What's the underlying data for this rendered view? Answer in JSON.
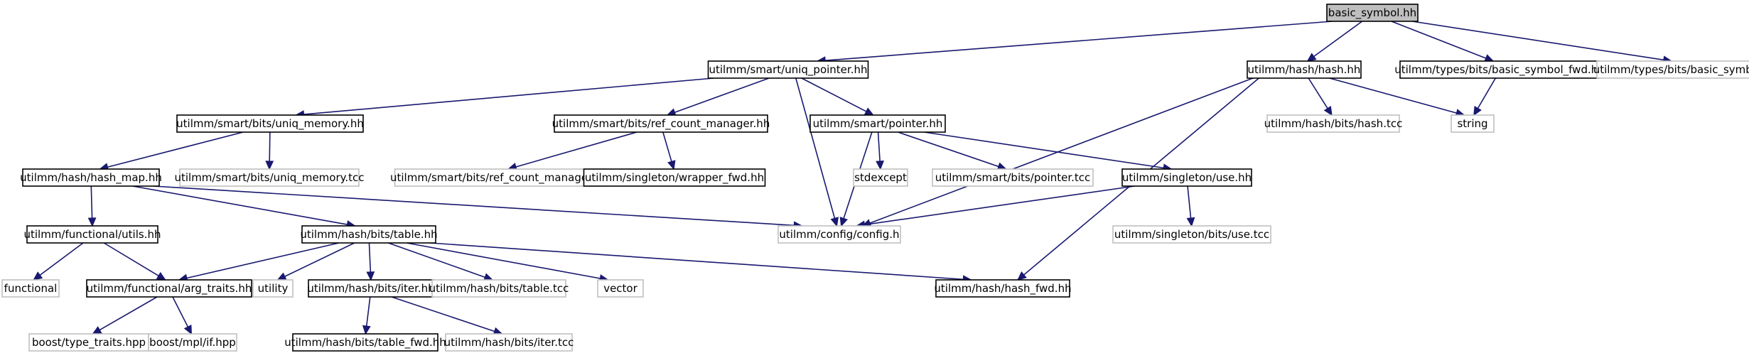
{
  "graph": {
    "type": "include-dependency-graph",
    "colors": {
      "edge": "#191970",
      "border_normal": "#000000",
      "border_external": "#bfbfbf",
      "root_fill": "#bfbfbf",
      "node_fill": "#ffffff"
    },
    "nodes": [
      {
        "id": "basic_symbol",
        "label": "basic_symbol.hh",
        "style": "root"
      },
      {
        "id": "uniq_pointer",
        "label": "utilmm/smart/uniq_pointer.hh",
        "style": "normal"
      },
      {
        "id": "hash_hh",
        "label": "utilmm/hash/hash.hh",
        "style": "normal"
      },
      {
        "id": "basic_symbol_fwd",
        "label": "utilmm/types/bits/basic_symbol_fwd.hh",
        "style": "normal"
      },
      {
        "id": "basic_symbol_tcc",
        "label": "utilmm/types/bits/basic_symbol.tcc",
        "style": "external"
      },
      {
        "id": "uniq_memory",
        "label": "utilmm/smart/bits/uniq_memory.hh",
        "style": "normal"
      },
      {
        "id": "ref_count_manager",
        "label": "utilmm/smart/bits/ref_count_manager.hh",
        "style": "normal"
      },
      {
        "id": "pointer_hh",
        "label": "utilmm/smart/pointer.hh",
        "style": "normal"
      },
      {
        "id": "hash_tcc",
        "label": "utilmm/hash/bits/hash.tcc",
        "style": "external"
      },
      {
        "id": "string",
        "label": "string",
        "style": "external"
      },
      {
        "id": "hash_map",
        "label": "utilmm/hash/hash_map.hh",
        "style": "normal"
      },
      {
        "id": "uniq_memory_tcc",
        "label": "utilmm/smart/bits/uniq_memory.tcc",
        "style": "external"
      },
      {
        "id": "ref_count_manager_tcc",
        "label": "utilmm/smart/bits/ref_count_manager.tcc",
        "style": "external"
      },
      {
        "id": "wrapper_fwd",
        "label": "utilmm/singleton/wrapper_fwd.hh",
        "style": "normal"
      },
      {
        "id": "stdexcept",
        "label": "stdexcept",
        "style": "external"
      },
      {
        "id": "pointer_tcc",
        "label": "utilmm/smart/bits/pointer.tcc",
        "style": "external"
      },
      {
        "id": "use_hh",
        "label": "utilmm/singleton/use.hh",
        "style": "normal"
      },
      {
        "id": "config",
        "label": "utilmm/config/config.h",
        "style": "external"
      },
      {
        "id": "use_tcc",
        "label": "utilmm/singleton/bits/use.tcc",
        "style": "external"
      },
      {
        "id": "utils",
        "label": "utilmm/functional/utils.hh",
        "style": "normal"
      },
      {
        "id": "table_hh",
        "label": "utilmm/hash/bits/table.hh",
        "style": "normal"
      },
      {
        "id": "functional",
        "label": "functional",
        "style": "external"
      },
      {
        "id": "arg_traits",
        "label": "utilmm/functional/arg_traits.hh",
        "style": "normal"
      },
      {
        "id": "utility",
        "label": "utility",
        "style": "external"
      },
      {
        "id": "iter_hh",
        "label": "utilmm/hash/bits/iter.hh",
        "style": "normal"
      },
      {
        "id": "table_tcc",
        "label": "utilmm/hash/bits/table.tcc",
        "style": "external"
      },
      {
        "id": "vector",
        "label": "vector",
        "style": "external"
      },
      {
        "id": "hash_fwd",
        "label": "utilmm/hash/hash_fwd.hh",
        "style": "normal"
      },
      {
        "id": "type_traits",
        "label": "boost/type_traits.hpp",
        "style": "external"
      },
      {
        "id": "mpl_if",
        "label": "boost/mpl/if.hpp",
        "style": "external"
      },
      {
        "id": "table_fwd",
        "label": "utilmm/hash/bits/table_fwd.hh",
        "style": "normal"
      },
      {
        "id": "iter_tcc",
        "label": "utilmm/hash/bits/iter.tcc",
        "style": "external"
      }
    ],
    "edges": [
      {
        "from": "basic_symbol",
        "to": "uniq_pointer"
      },
      {
        "from": "basic_symbol",
        "to": "hash_hh"
      },
      {
        "from": "basic_symbol",
        "to": "basic_symbol_fwd"
      },
      {
        "from": "basic_symbol",
        "to": "basic_symbol_tcc"
      },
      {
        "from": "uniq_pointer",
        "to": "uniq_memory"
      },
      {
        "from": "uniq_pointer",
        "to": "ref_count_manager"
      },
      {
        "from": "uniq_pointer",
        "to": "pointer_hh"
      },
      {
        "from": "uniq_pointer",
        "to": "config"
      },
      {
        "from": "hash_hh",
        "to": "hash_tcc"
      },
      {
        "from": "hash_hh",
        "to": "string"
      },
      {
        "from": "hash_hh",
        "to": "config"
      },
      {
        "from": "hash_hh",
        "to": "hash_fwd"
      },
      {
        "from": "basic_symbol_fwd",
        "to": "string"
      },
      {
        "from": "uniq_memory",
        "to": "hash_map"
      },
      {
        "from": "uniq_memory",
        "to": "uniq_memory_tcc"
      },
      {
        "from": "ref_count_manager",
        "to": "ref_count_manager_tcc"
      },
      {
        "from": "ref_count_manager",
        "to": "wrapper_fwd"
      },
      {
        "from": "pointer_hh",
        "to": "stdexcept"
      },
      {
        "from": "pointer_hh",
        "to": "pointer_tcc"
      },
      {
        "from": "pointer_hh",
        "to": "use_hh"
      },
      {
        "from": "pointer_hh",
        "to": "config"
      },
      {
        "from": "use_hh",
        "to": "config"
      },
      {
        "from": "use_hh",
        "to": "use_tcc"
      },
      {
        "from": "hash_map",
        "to": "utils"
      },
      {
        "from": "hash_map",
        "to": "table_hh"
      },
      {
        "from": "hash_map",
        "to": "config"
      },
      {
        "from": "utils",
        "to": "functional"
      },
      {
        "from": "utils",
        "to": "arg_traits"
      },
      {
        "from": "table_hh",
        "to": "arg_traits"
      },
      {
        "from": "table_hh",
        "to": "utility"
      },
      {
        "from": "table_hh",
        "to": "iter_hh"
      },
      {
        "from": "table_hh",
        "to": "table_tcc"
      },
      {
        "from": "table_hh",
        "to": "vector"
      },
      {
        "from": "table_hh",
        "to": "hash_fwd"
      },
      {
        "from": "arg_traits",
        "to": "type_traits"
      },
      {
        "from": "arg_traits",
        "to": "mpl_if"
      },
      {
        "from": "iter_hh",
        "to": "table_fwd"
      },
      {
        "from": "iter_hh",
        "to": "iter_tcc"
      }
    ]
  }
}
